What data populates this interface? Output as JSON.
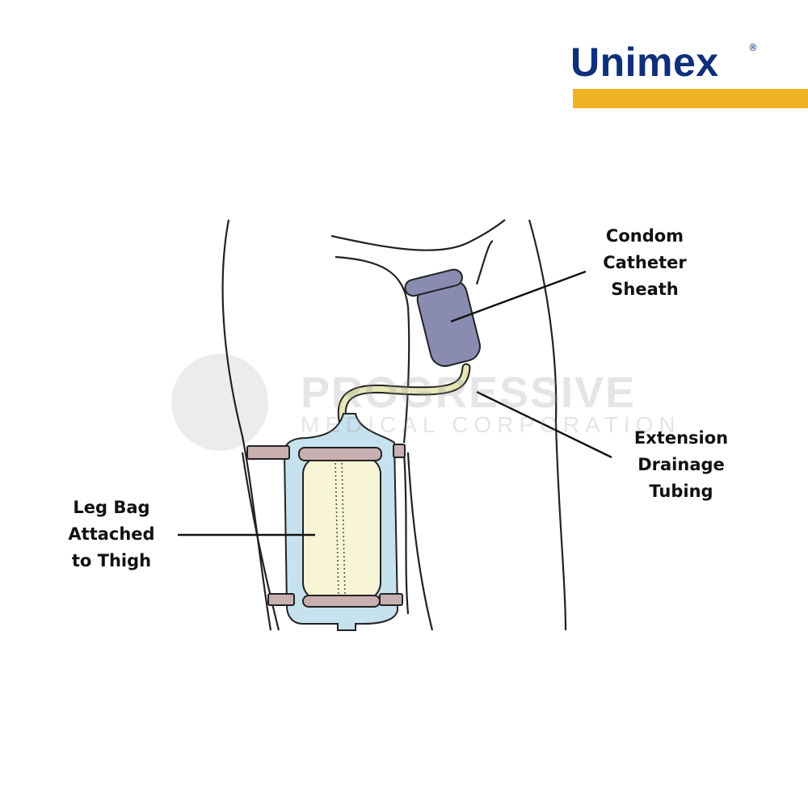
{
  "logo": {
    "text": "Unimex",
    "registered": "®",
    "brand_color": "#0e2f7b",
    "bar_color": "#f0b323"
  },
  "watermark": {
    "line1": "PROGRESSIVE",
    "line2": "MEDICAL CORPORATION"
  },
  "labels": {
    "sheath": [
      "Condom",
      "Catheter",
      "Sheath"
    ],
    "tubing": [
      "Extension",
      "Drainage",
      "Tubing"
    ],
    "bag": [
      "Leg Bag",
      "Attached",
      "to Thigh"
    ]
  },
  "colors": {
    "sheath": "#8a8bb0",
    "tube": "#e6e6b8",
    "bag_outer": "#c6e2ef",
    "bag_inner": "#f7f5d6",
    "strap": "#c9b0b0"
  }
}
